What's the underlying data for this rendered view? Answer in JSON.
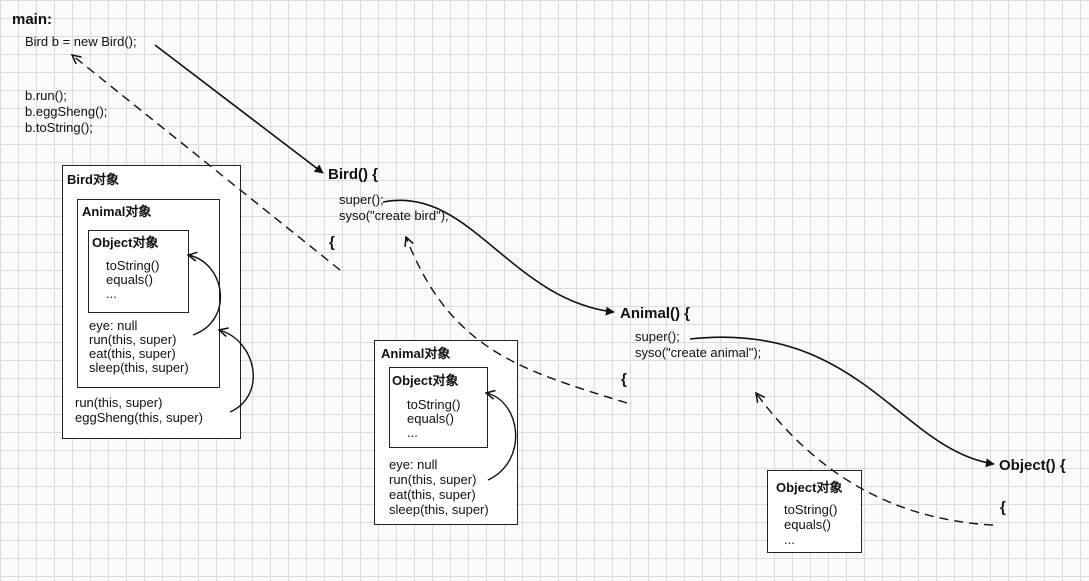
{
  "main": {
    "title": "main:",
    "lines": [
      "Bird b = new Bird();",
      "b.run();",
      "b.eggSheng();",
      "b.toString();"
    ]
  },
  "bird_ctor": {
    "sig": "Bird() {",
    "body": [
      "super();",
      "syso(\"create bird\");"
    ],
    "close": "{"
  },
  "animal_ctor": {
    "sig": "Animal() {",
    "body": [
      "super();",
      "syso(\"create animal\");"
    ],
    "close": "{"
  },
  "object_ctor": {
    "sig": "Object() {",
    "close": "{"
  },
  "bird_object": {
    "title": "Bird对象",
    "animal": {
      "title": "Animal对象",
      "object": {
        "title": "Object对象",
        "methods": [
          "toString()",
          "equals()",
          "..."
        ]
      },
      "members": [
        "eye: null",
        "run(this, super)",
        "eat(this, super)",
        "sleep(this, super)"
      ]
    },
    "members": [
      "run(this, super)",
      "eggSheng(this, super)"
    ]
  },
  "animal_object": {
    "title": "Animal对象",
    "object": {
      "title": "Object对象",
      "methods": [
        "toString()",
        "equals()",
        "..."
      ]
    },
    "members": [
      "eye: null",
      "run(this, super)",
      "eat(this, super)",
      "sleep(this, super)"
    ]
  },
  "object_object": {
    "title": "Object对象",
    "methods": [
      "toString()",
      "equals()",
      "..."
    ]
  },
  "colors": {
    "grid": "#dcdcdc",
    "line": "#111111",
    "background": "#fafafa"
  }
}
